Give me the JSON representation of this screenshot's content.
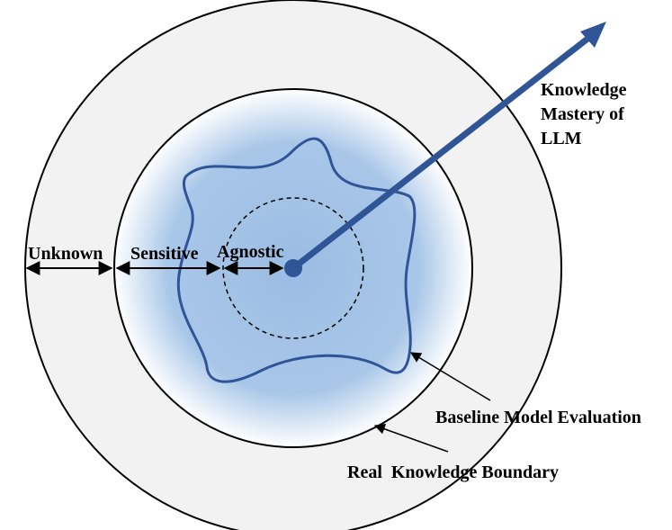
{
  "labels": {
    "knowledge_mastery_line1": "Knowledge",
    "knowledge_mastery_line2": "Mastery of",
    "knowledge_mastery_line3": "LLM",
    "unknown": "Unknown",
    "sensitive": "Sensitive",
    "agnostic": "Agnostic",
    "baseline": "Baseline Model Evaluation",
    "real_boundary": "Real  Knowledge Boundary"
  },
  "colors": {
    "outer_fill": "#f2f2f2",
    "inner_gradient_center": "#9bbde3",
    "inner_gradient_edge": "#ffffff",
    "wavy_line": "#2f5597",
    "arrow": "#2f5597",
    "center_dot": "#2f5597",
    "stroke": "#000000"
  }
}
